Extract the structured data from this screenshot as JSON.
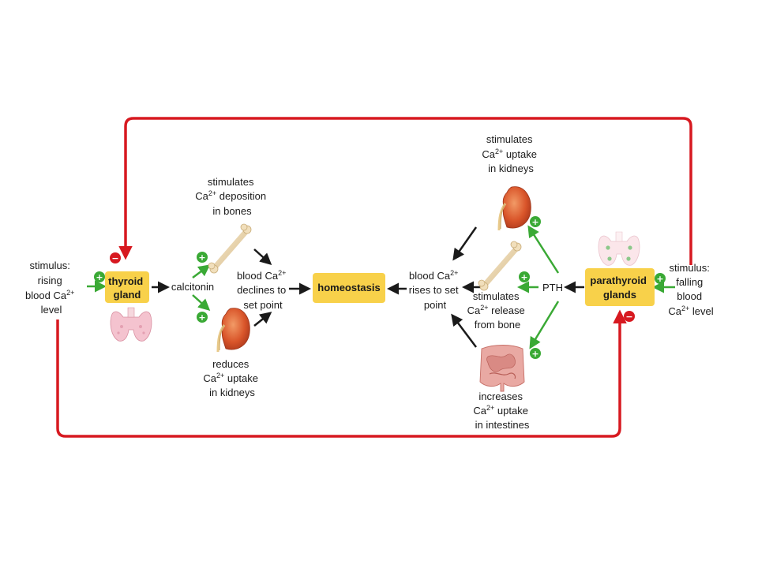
{
  "colors": {
    "red": "#d71920",
    "green": "#3aa935",
    "black": "#1a1a1a",
    "box": "#f8d14a"
  },
  "nodes": {
    "stim_rising": [
      "stimulus:",
      "rising",
      "blood Ca2+",
      "level"
    ],
    "stim_falling": [
      "stimulus:",
      "falling",
      "blood",
      "Ca2+ level"
    ],
    "thyroid": [
      "thyroid",
      "gland"
    ],
    "parathyroid": [
      "parathyroid",
      "glands"
    ],
    "homeostasis": "homeostasis",
    "calcitonin": "calcitonin",
    "pth": "PTH",
    "declines": [
      "blood Ca2+",
      "declines to",
      "set point"
    ],
    "rises": [
      "blood Ca2+",
      "rises to set",
      "point"
    ],
    "bone_deposit": [
      "stimulates",
      "Ca2+ deposition",
      "in bones"
    ],
    "kidney_reduce": [
      "reduces",
      "Ca2+ uptake",
      "in kidneys"
    ],
    "kidney_stim": [
      "stimulates",
      "Ca2+ uptake",
      "in kidneys"
    ],
    "bone_release": [
      "stimulates",
      "Ca2+ release",
      "from bone"
    ],
    "intestine": [
      "increases",
      "Ca2+ uptake",
      "in intestines"
    ]
  },
  "signs": {
    "plus": "+",
    "minus": "−"
  },
  "icons": [
    "thyroid-icon",
    "parathyroid-icon",
    "bone-icon",
    "kidney-icon",
    "intestine-icon"
  ]
}
